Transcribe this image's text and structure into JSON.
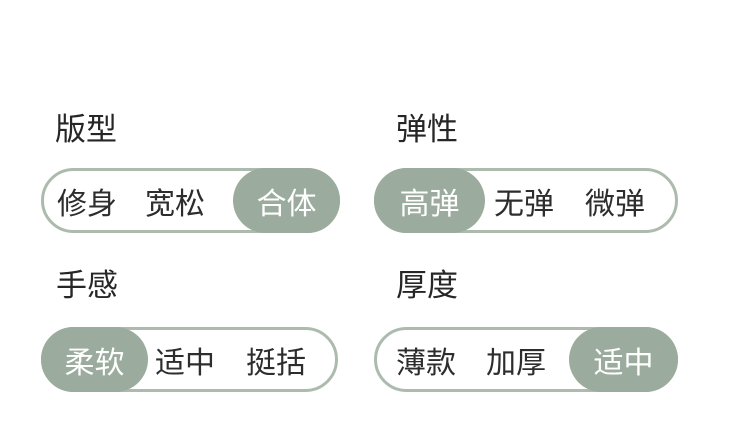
{
  "colors": {
    "background": "#ffffff",
    "selected_fill": "#9bab9d",
    "pill_border": "#adbbaf",
    "option_text": "#2d2d2d",
    "selected_text": "#ffffff",
    "label_text": "#262626"
  },
  "groups": [
    {
      "id": "fit",
      "label": "版型",
      "selected_position": "right",
      "options": [
        {
          "label": "修身",
          "selected": false
        },
        {
          "label": "宽松",
          "selected": false
        },
        {
          "label": "合体",
          "selected": true
        }
      ]
    },
    {
      "id": "elasticity",
      "label": "弹性",
      "selected_position": "left",
      "options": [
        {
          "label": "高弹",
          "selected": true
        },
        {
          "label": "无弹",
          "selected": false
        },
        {
          "label": "微弹",
          "selected": false
        }
      ]
    },
    {
      "id": "hand-feel",
      "label": "手感",
      "selected_position": "left",
      "options": [
        {
          "label": "柔软",
          "selected": true
        },
        {
          "label": "适中",
          "selected": false
        },
        {
          "label": "挺括",
          "selected": false
        }
      ]
    },
    {
      "id": "thickness",
      "label": "厚度",
      "selected_position": "right",
      "options": [
        {
          "label": "薄款",
          "selected": false
        },
        {
          "label": "加厚",
          "selected": false
        },
        {
          "label": "适中",
          "selected": true
        }
      ]
    }
  ]
}
